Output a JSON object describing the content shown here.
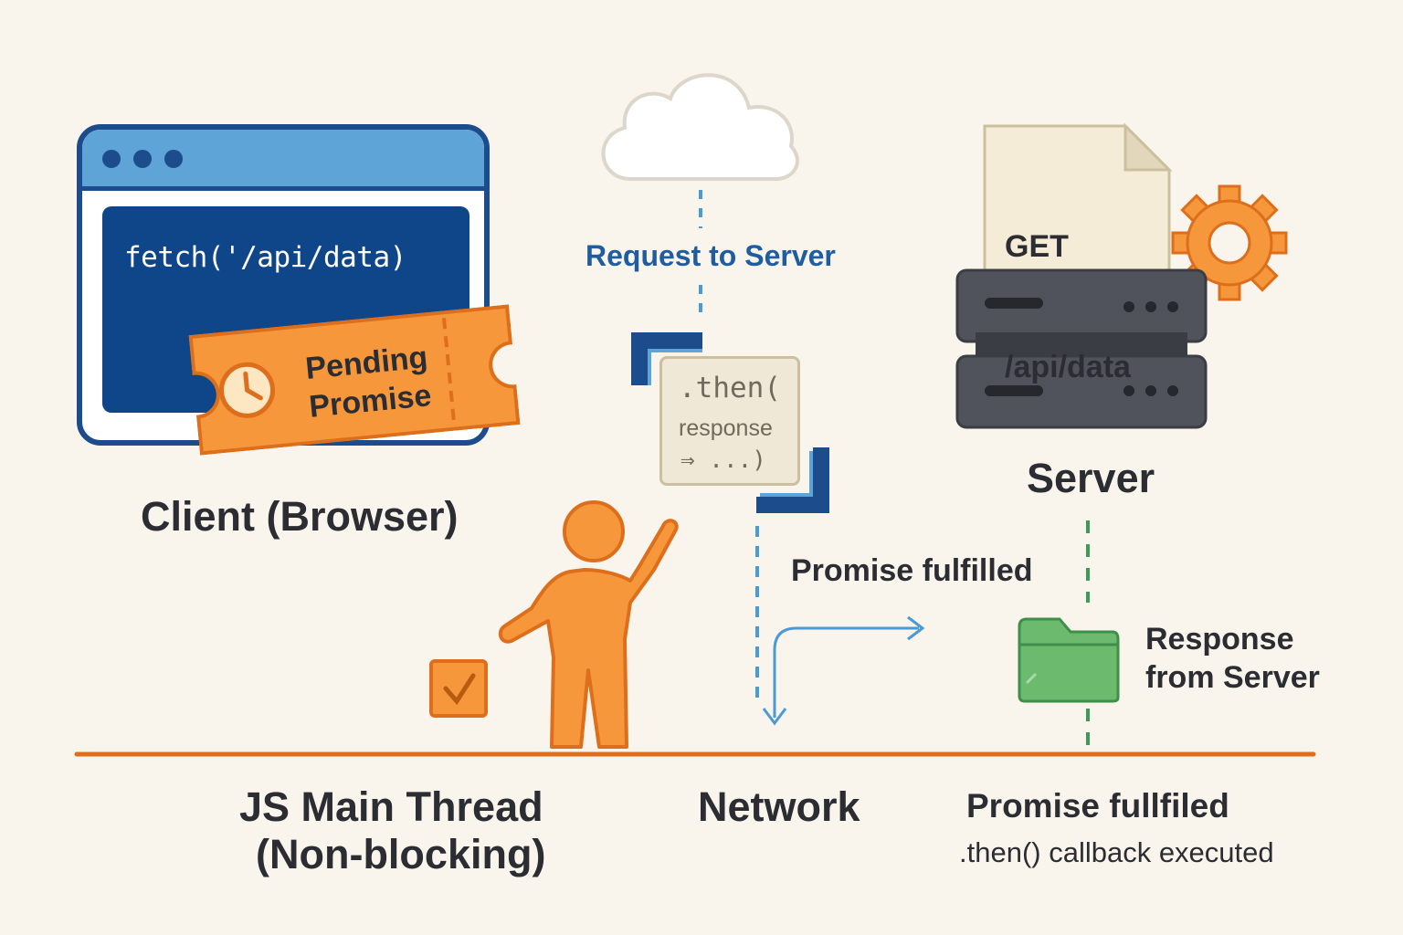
{
  "client": {
    "code": "fetch('/api/data)",
    "ticket_line1": "Pending",
    "ticket_line2": "Promise",
    "label": "Client (Browser)"
  },
  "network": {
    "request_label": "Request to Server",
    "then_line1": ".then(",
    "then_line2": "response",
    "then_line3": "⇒ ...)",
    "fulfilled_label": "Promise fulfilled",
    "label": "Network"
  },
  "server": {
    "doc_line1": "GET",
    "doc_line2": "/api/data",
    "label": "Server",
    "response_line1": "Response",
    "response_line2": "from Server"
  },
  "footer": {
    "thread_line1": "JS Main Thread",
    "thread_line2": "(Non-blocking)",
    "network_label": "Network",
    "fulfilled_line": "Promise fullfiled",
    "callback_line": ".then() callback executed"
  },
  "colors": {
    "background": "#faf5ec",
    "blue_dark": "#1c4c8c",
    "blue_light": "#5fa4d6",
    "orange": "#f5973a",
    "orange_dark": "#dd6f1c",
    "green": "#6cba6e",
    "server_gray": "#50525c"
  },
  "icons": [
    "browser-window-icon",
    "clock-icon",
    "cloud-icon",
    "bracket-icon",
    "document-icon",
    "gear-icon",
    "server-icon",
    "person-icon",
    "checkbox-icon",
    "folder-icon",
    "arrow-icon"
  ]
}
